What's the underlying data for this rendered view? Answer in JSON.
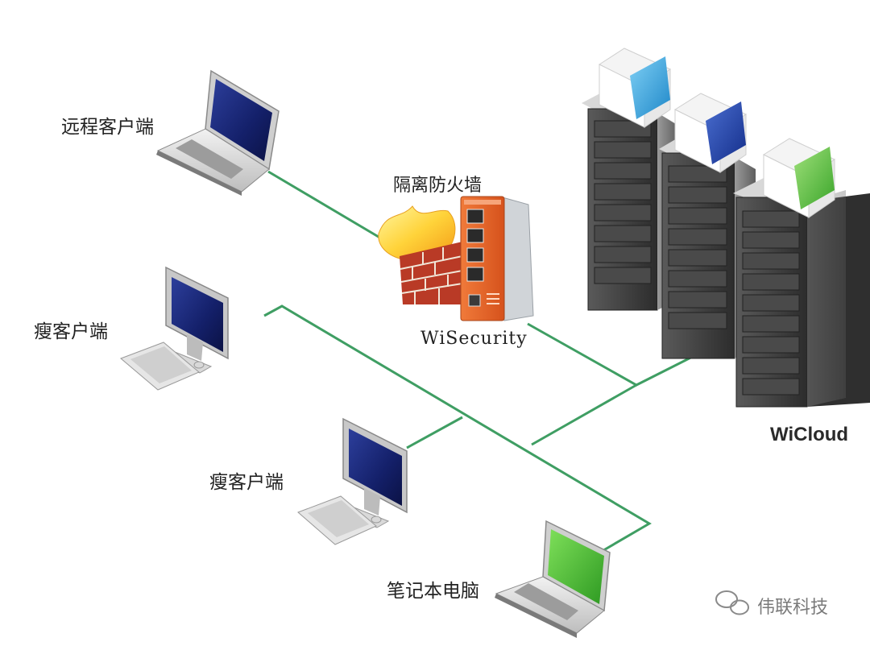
{
  "nodes": {
    "remote_client": "远程客户端",
    "thin_client_1": "瘦客户端",
    "thin_client_2": "瘦客户端",
    "laptop": "笔记本电脑",
    "firewall": "隔离防火墙",
    "firewall_name": "WiSecurity",
    "cloud": "WiCloud"
  },
  "watermark": {
    "text": "伟联科技",
    "icon": "wechat-icon"
  },
  "colors": {
    "network_line": "#3f9e63",
    "firewall_orange": "#e0612a",
    "monitor_blue": "#1a2a7a",
    "screen_green": "#3caa2e",
    "server_dark": "#3a3a3a"
  }
}
